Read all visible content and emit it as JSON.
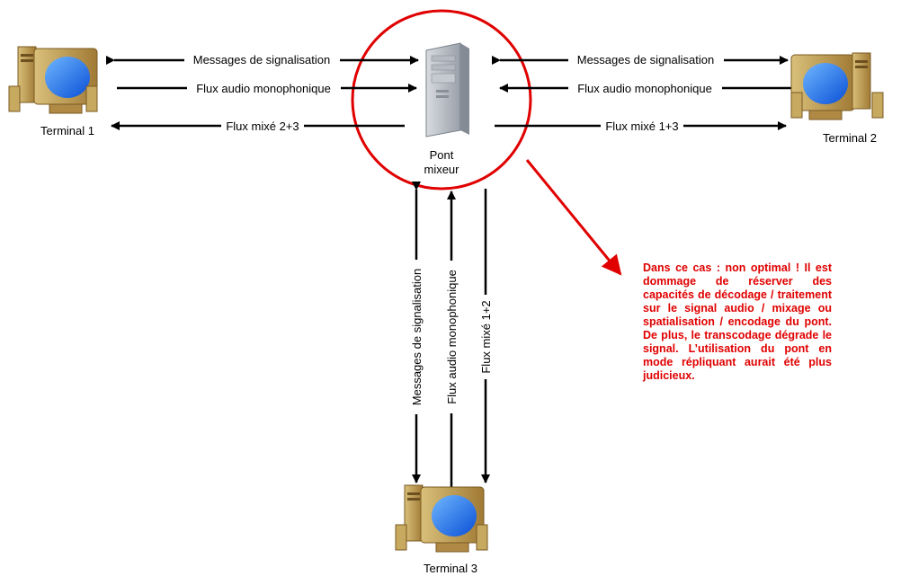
{
  "nodes": {
    "terminal1": "Terminal 1",
    "terminal2": "Terminal 2",
    "terminal3": "Terminal 3",
    "bridge_line1": "Pont",
    "bridge_line2": "mixeur"
  },
  "links": {
    "signaling": "Messages de signalisation",
    "audio_mono": "Flux audio monophonique",
    "mix_23": "Flux mixé 2+3",
    "mix_13": "Flux mixé 1+3",
    "mix_12": "Flux mixé 1+2"
  },
  "note": "Dans ce cas : non optimal ! Il est dommage de réserver des capacités de décodage / traitement sur le signal audio / mixage ou spatialisation / encodage du pont. De plus, le transcodage dégrade le signal. L’utilisation du pont en mode répliquant aurait été plus judicieux.",
  "colors": {
    "highlight": "#e00000",
    "arrow": "#000000",
    "note_text": "#e00000"
  },
  "icons": {
    "terminal": "desktop-computer-icon",
    "bridge": "server-tower-icon"
  }
}
